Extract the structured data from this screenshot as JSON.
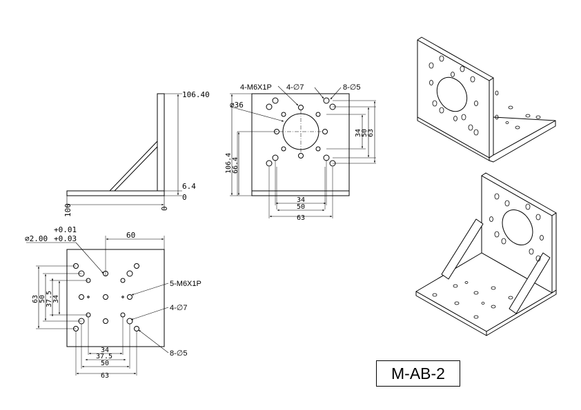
{
  "part_number": "M-AB-2",
  "side_view": {
    "dims": {
      "height": "106.40",
      "thickness": "6.4",
      "origin_right": "0",
      "length": "100",
      "origin_bottom": "0"
    }
  },
  "front_view": {
    "callouts": {
      "threaded": "4-M6X1P",
      "holes_7": "4-∅7",
      "holes_5": "8-∅5",
      "bore": "∅36"
    },
    "dims": {
      "v_34": "34",
      "v_50": "50",
      "v_63": "63",
      "h_106": "106.4",
      "h_66": "66.4",
      "b_34": "34",
      "b_50": "50",
      "b_63": "63"
    }
  },
  "plan_view": {
    "tolerance": {
      "upper": "+0.01",
      "base": "∅2.00",
      "lower": "+0.03"
    },
    "callouts": {
      "threaded": "5-M6X1P",
      "holes_7": "4-∅7",
      "holes_5": "8-∅5"
    },
    "dims": {
      "top_60": "60",
      "v_63": "63",
      "v_50": "50",
      "v_37_5": "37.5",
      "v_34": "34",
      "b_34": "34",
      "b_37_5": "37.5",
      "b_50": "50",
      "b_63": "63"
    }
  }
}
